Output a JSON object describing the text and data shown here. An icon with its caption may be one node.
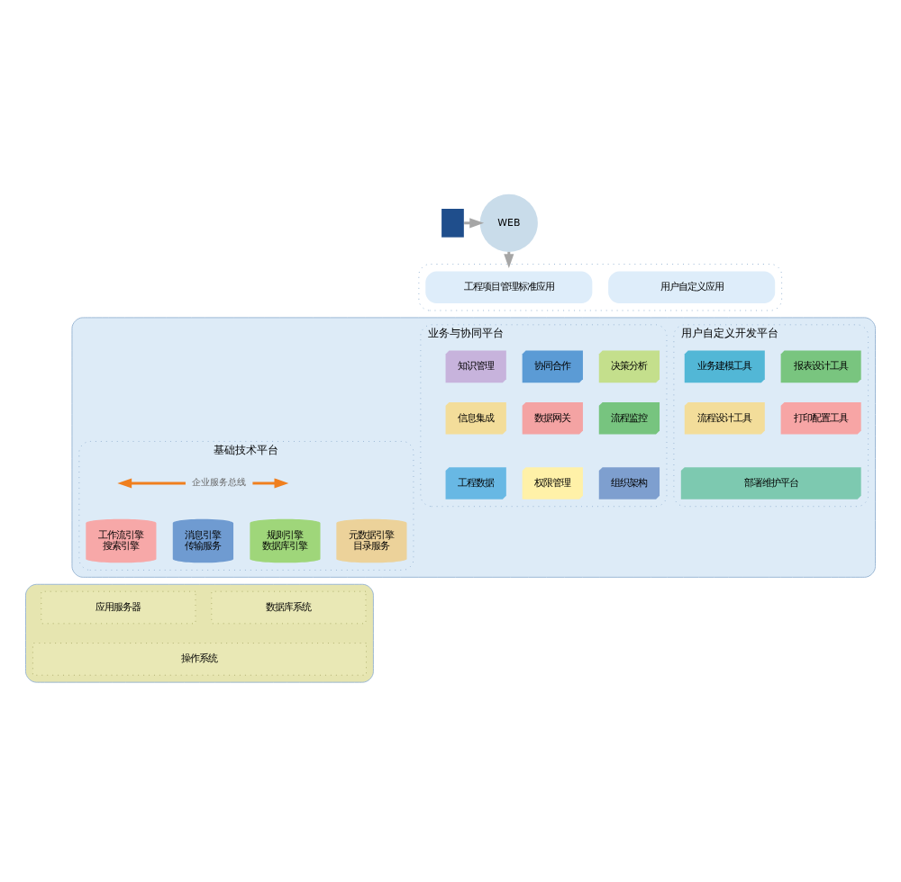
{
  "diagram": {
    "nodes": [
      {
        "text": [],
        "shape": "person"
      },
      {
        "text": [
          "WEB"
        ]
      },
      {
        "text": [],
        "shape": "box"
      },
      {
        "text": [
          "工程项目管理标准应用"
        ],
        "in": 2
      },
      {
        "text": [
          "用户自定义应用"
        ],
        "in": 2
      },
      {
        "text": [],
        "shape": "box"
      },
      {
        "text": [
          "业务与协同平台"
        ],
        "in": 5
      },
      {
        "text": [
          "知识管理"
        ],
        "in": 6
      },
      {
        "text": [
          "协同合作"
        ],
        "in": 6
      },
      {
        "text": [
          "决策分析"
        ],
        "in": 6
      },
      {
        "text": [
          "信息集成"
        ],
        "in": 6
      },
      {
        "text": [
          "数据网关"
        ],
        "in": 6
      },
      {
        "text": [
          "流程监控"
        ],
        "in": 6
      },
      {
        "text": [
          "工程数据"
        ],
        "in": 6
      },
      {
        "text": [
          "权限管理"
        ],
        "in": 6
      },
      {
        "text": [
          "组织架构"
        ],
        "in": 6
      },
      {
        "text": [
          "用户自定义开发平台"
        ],
        "in": 5
      },
      {
        "text": [
          "业务建模工具"
        ],
        "in": 16
      },
      {
        "text": [
          "报表设计工具"
        ],
        "in": 16
      },
      {
        "text": [
          "流程设计工具"
        ],
        "in": 16
      },
      {
        "text": [
          "打印配置工具"
        ],
        "in": 16
      },
      {
        "text": [
          "部署维护平台"
        ],
        "in": 16
      },
      {
        "text": [
          "基础技术平台"
        ],
        "in": 5
      },
      {
        "text": [
          "工作流引擎",
          "搜索引擎"
        ],
        "in": 22
      },
      {
        "text": [
          "消息引擎",
          "传输服务"
        ],
        "in": 22
      },
      {
        "text": [
          "元数据引擎",
          "目录服务"
        ],
        "in": 22
      },
      {
        "text": [
          "规则引擎",
          "数据库引擎"
        ],
        "in": 22
      },
      {
        "text": [],
        "shape": "box"
      },
      {
        "text": [
          "应用服务器"
        ],
        "in": 27
      },
      {
        "text": [
          "数据库系统"
        ],
        "in": 27
      },
      {
        "text": [
          "操作系统"
        ],
        "in": 27
      }
    ],
    "edges": [
      {
        "from": 0,
        "to": 1,
        "arrow": "to"
      },
      {
        "from": 1,
        "to": 2,
        "arrow": "to"
      }
    ],
    "labels": [
      "企业服务总线"
    ]
  }
}
